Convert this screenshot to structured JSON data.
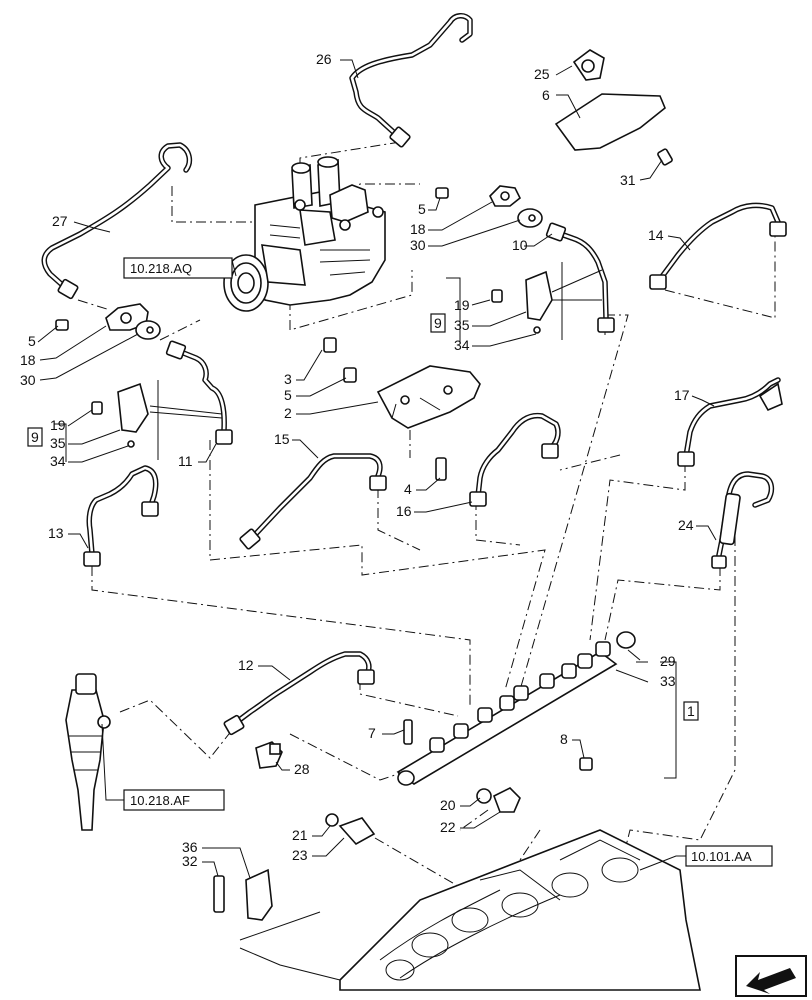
{
  "diagram": {
    "part_numbers": [
      "1",
      "2",
      "3",
      "4",
      "5",
      "6",
      "7",
      "8",
      "9",
      "10",
      "11",
      "12",
      "13",
      "14",
      "15",
      "16",
      "17",
      "18",
      "19",
      "20",
      "21",
      "22",
      "23",
      "24",
      "25",
      "26",
      "27",
      "28",
      "29",
      "30",
      "31",
      "32",
      "33",
      "34",
      "35",
      "36"
    ],
    "references": {
      "pump": "10.218.AQ",
      "injector": "10.218.AF",
      "cylinder_head": "10.101.AA"
    },
    "callouts": {
      "n26": "26",
      "n25": "25",
      "n6": "6",
      "n31": "31",
      "n27": "27",
      "n5a": "5",
      "n18a": "18",
      "n30a": "30",
      "n10": "10",
      "n14": "14",
      "n5b": "5",
      "n18b": "18",
      "n30b": "30",
      "n19a": "19",
      "n35a": "35",
      "n34a": "34",
      "n9a": "9",
      "n3": "3",
      "n5c": "5",
      "n2": "2",
      "n19b": "19",
      "n35b": "35",
      "n34b": "34",
      "n9b": "9",
      "n11": "11",
      "n15": "15",
      "n4": "4",
      "n16": "16",
      "n17": "17",
      "n13": "13",
      "n24": "24",
      "n12": "12",
      "n29": "29",
      "n33": "33",
      "n1": "1",
      "n7": "7",
      "n8": "8",
      "n28": "28",
      "n20": "20",
      "n22": "22",
      "n21": "21",
      "n23": "23",
      "n36": "36",
      "n32": "32"
    },
    "colors": {
      "line": "#111111",
      "background": "#ffffff"
    },
    "icons": [
      "navigation-arrow-icon"
    ]
  }
}
